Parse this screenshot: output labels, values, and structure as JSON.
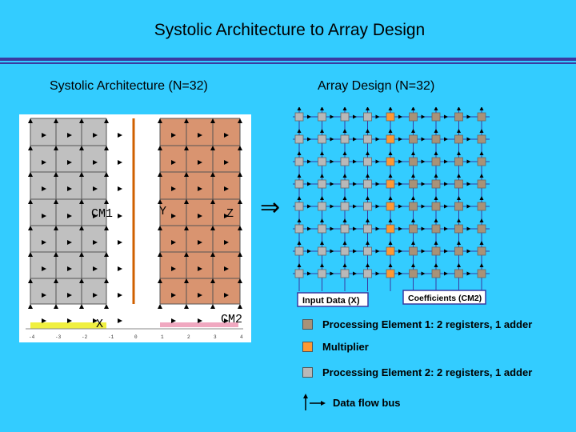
{
  "title": "Systolic Architecture to Array Design",
  "left_panel": {
    "subtitle": "Systolic Architecture (N=32)",
    "labels": {
      "cm1": "CM1",
      "y": "Y",
      "z": "Z",
      "x": "X",
      "cm2": "CM2"
    },
    "axis_ticks": [
      "-4",
      "-3",
      "-2",
      "-1",
      "0",
      "1",
      "2",
      "3",
      "4"
    ]
  },
  "arrow_symbol": "⇒",
  "right_panel": {
    "subtitle": "Array Design (N=32)",
    "grid": {
      "rows": 8,
      "cols": 9,
      "multiplier_col": 4
    },
    "input_box": "Input Data (X)",
    "coeff_box": "Coefficients (CM2)"
  },
  "legend": [
    {
      "label": "Processing Element 1:   2 registers, 1 adder",
      "color": "#a89278"
    },
    {
      "label": "Multiplier",
      "color": "#ff9933"
    },
    {
      "label": "Processing Element 2:   2 registers, 1 adder",
      "color": "#b8b8b8"
    },
    {
      "label": "Data flow bus",
      "icon": "data-flow-arrows-icon"
    }
  ],
  "colors": {
    "background": "#33ccff",
    "gray_region": "#c0c0c0",
    "orange_region": "#d99470",
    "pe1": "#a89278",
    "multiplier": "#ff9933",
    "pe2": "#b8b8b8"
  }
}
